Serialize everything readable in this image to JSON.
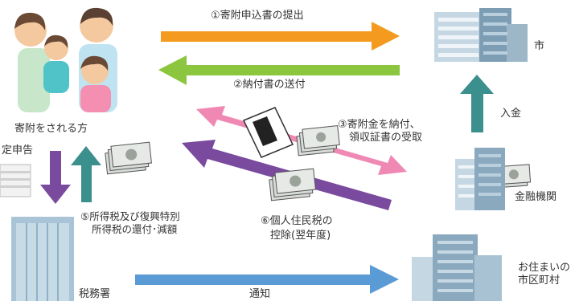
{
  "colors": {
    "orange": "#f39a1f",
    "green": "#8cc63e",
    "pink": "#ef89b4",
    "purple": "#7a4a9e",
    "teal": "#3b8f8d",
    "blue": "#5b9bd5",
    "building": "#9bb7cc",
    "money": "#d8dcd8"
  },
  "icons": {
    "family": "family-icon",
    "city_hall": "city-hall-building-icon",
    "bank": "bank-building-icon",
    "tax_office": "tax-office-building-icon",
    "municipal": "municipal-office-building-icon",
    "money": "banknote-bundle-icon",
    "document": "document-icon"
  },
  "labels": {
    "step1": "①寄附申込書の提出",
    "step2": "②納付書の送付",
    "step3_line1": "③寄附金を納付、",
    "step3_line2": "領収証書の受取",
    "step5_line1": "⑤所得税及び復興特別",
    "step5_line2": "所得税の還付･減額",
    "step6_line1": "⑥個人住民税の",
    "step6_line2": "控除(翌年度)",
    "deposit": "入金",
    "notice": "通知",
    "donor": "寄附をされる方",
    "tax_return": "定申告",
    "city": "市",
    "bank": "金融機関",
    "tax_office": "税務署",
    "municipal_line1": "お住まいの",
    "municipal_line2": "市区町村",
    "receipt": "領収書"
  }
}
